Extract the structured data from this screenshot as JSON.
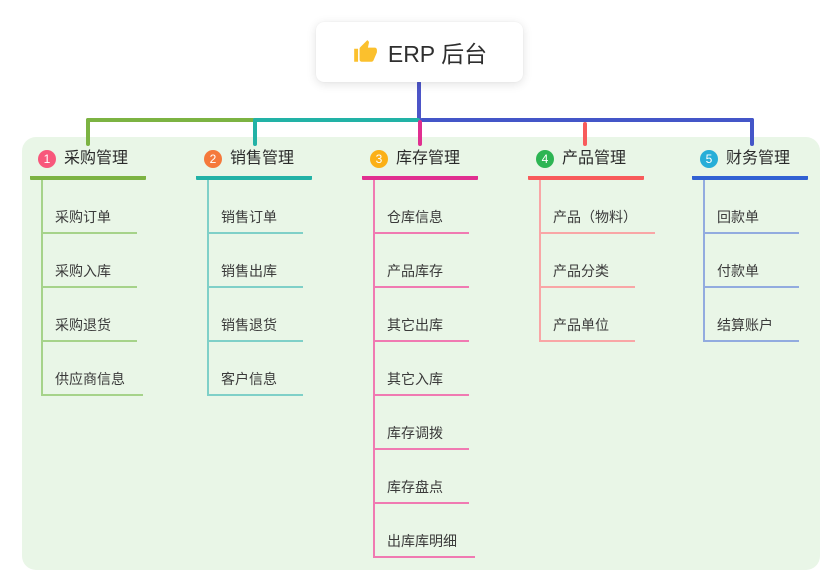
{
  "root": {
    "icon": "👍",
    "title": "ERP 后台"
  },
  "palette": {
    "stem": "#4d55c8",
    "bus_right": "#4456c8",
    "panel_bg": "#e9f6e7"
  },
  "branches": [
    {
      "badge": "1",
      "label": "采购管理",
      "badge_color": "#f8577b",
      "line_color": "#7cb342",
      "child_line_color": "#a6d38a",
      "children": [
        "采购订单",
        "采购入库",
        "采购退货",
        "供应商信息"
      ]
    },
    {
      "badge": "2",
      "label": "销售管理",
      "badge_color": "#f5793b",
      "line_color": "#22b2a6",
      "child_line_color": "#7fd0c8",
      "children": [
        "销售订单",
        "销售出库",
        "销售退货",
        "客户信息"
      ]
    },
    {
      "badge": "3",
      "label": "库存管理",
      "badge_color": "#fbb017",
      "line_color": "#e02f90",
      "child_line_color": "#f07ab2",
      "children": [
        "仓库信息",
        "产品库存",
        "其它出库",
        "其它入库",
        "库存调拨",
        "库存盘点",
        "出库库明细"
      ]
    },
    {
      "badge": "4",
      "label": "产品管理",
      "badge_color": "#2db553",
      "line_color": "#f85b5b",
      "child_line_color": "#f9a6a6",
      "children": [
        "产品（物料）",
        "产品分类",
        "产品单位"
      ]
    },
    {
      "badge": "5",
      "label": "财务管理",
      "badge_color": "#27aed8",
      "line_color": "#3261d3",
      "child_line_color": "#92abdf",
      "children": [
        "回款单",
        "付款单",
        "结算账户"
      ]
    }
  ]
}
